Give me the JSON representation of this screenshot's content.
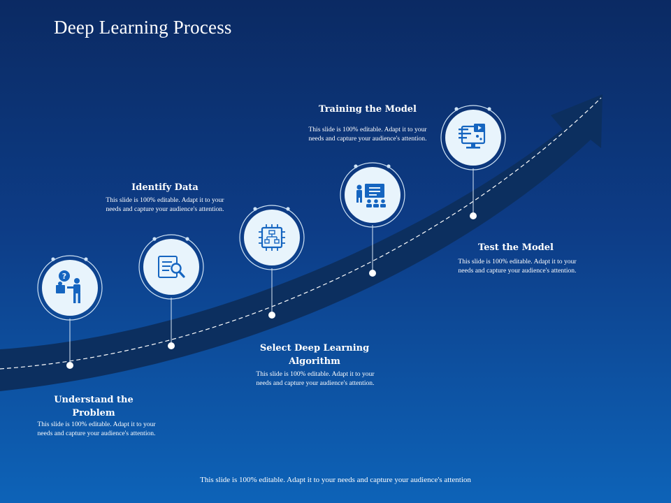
{
  "slide": {
    "title": "Deep Learning Process",
    "footer": "This slide is 100% editable. Adapt it to your needs and capture your audience's attention"
  },
  "colors": {
    "background_top": "#0b2a63",
    "background_bottom": "#0d63b8",
    "arrow": "#0c2f5f",
    "circle_fill": "#e8f4fc",
    "icon": "#1565c0"
  },
  "steps": [
    {
      "title": "Understand the Problem",
      "description": "This slide is 100% editable. Adapt it to your needs and capture your audience's attention.",
      "icon": "question-person-icon"
    },
    {
      "title": "Identify Data",
      "description": "This slide is 100% editable. Adapt it to your needs and capture your audience's attention.",
      "icon": "document-search-icon"
    },
    {
      "title": "Select Deep Learning Algorithm",
      "description": "This slide is 100% editable. Adapt it to your needs and capture your audience's attention.",
      "icon": "chip-flowchart-icon"
    },
    {
      "title": "Training the Model",
      "description": "This slide is 100% editable. Adapt it to your needs and capture your audience's attention.",
      "icon": "presenter-audience-icon"
    },
    {
      "title": "Test the Model",
      "description": "This slide is 100% editable. Adapt it to your needs and capture your audience's attention.",
      "icon": "computer-monitor-icon"
    }
  ]
}
